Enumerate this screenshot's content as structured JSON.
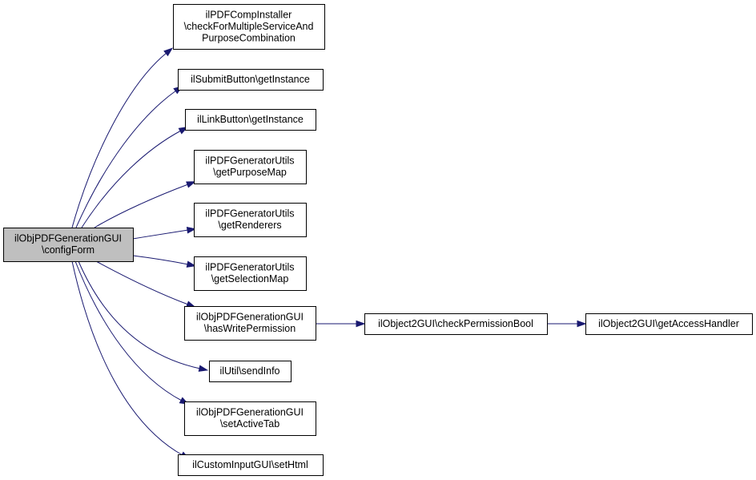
{
  "diagram": {
    "colors": {
      "edge": "#191970",
      "root_fill": "#bfbfbf",
      "node_fill": "#ffffff",
      "border": "#000000"
    },
    "nodes": [
      {
        "id": "root",
        "lines": [
          "ilObjPDFGenerationGUI",
          "\\configForm"
        ],
        "highlight": true
      },
      {
        "id": "n1",
        "lines": [
          "ilPDFCompInstaller",
          "\\checkForMultipleServiceAnd",
          "PurposeCombination"
        ]
      },
      {
        "id": "n2",
        "lines": [
          "ilSubmitButton\\getInstance"
        ]
      },
      {
        "id": "n3",
        "lines": [
          "ilLinkButton\\getInstance"
        ]
      },
      {
        "id": "n4",
        "lines": [
          "ilPDFGeneratorUtils",
          "\\getPurposeMap"
        ]
      },
      {
        "id": "n5",
        "lines": [
          "ilPDFGeneratorUtils",
          "\\getRenderers"
        ]
      },
      {
        "id": "n6",
        "lines": [
          "ilPDFGeneratorUtils",
          "\\getSelectionMap"
        ]
      },
      {
        "id": "n7",
        "lines": [
          "ilObjPDFGenerationGUI",
          "\\hasWritePermission"
        ]
      },
      {
        "id": "n8",
        "lines": [
          "ilUtil\\sendInfo"
        ]
      },
      {
        "id": "n9",
        "lines": [
          "ilObjPDFGenerationGUI",
          "\\setActiveTab"
        ]
      },
      {
        "id": "n10",
        "lines": [
          "ilCustomInputGUI\\setHtml"
        ]
      },
      {
        "id": "n11",
        "lines": [
          "ilObject2GUI\\checkPermissionBool"
        ]
      },
      {
        "id": "n12",
        "lines": [
          "ilObject2GUI\\getAccessHandler"
        ]
      }
    ],
    "edges": [
      [
        "root",
        "n1"
      ],
      [
        "root",
        "n2"
      ],
      [
        "root",
        "n3"
      ],
      [
        "root",
        "n4"
      ],
      [
        "root",
        "n5"
      ],
      [
        "root",
        "n6"
      ],
      [
        "root",
        "n7"
      ],
      [
        "root",
        "n8"
      ],
      [
        "root",
        "n9"
      ],
      [
        "root",
        "n10"
      ],
      [
        "n7",
        "n11"
      ],
      [
        "n11",
        "n12"
      ]
    ]
  }
}
